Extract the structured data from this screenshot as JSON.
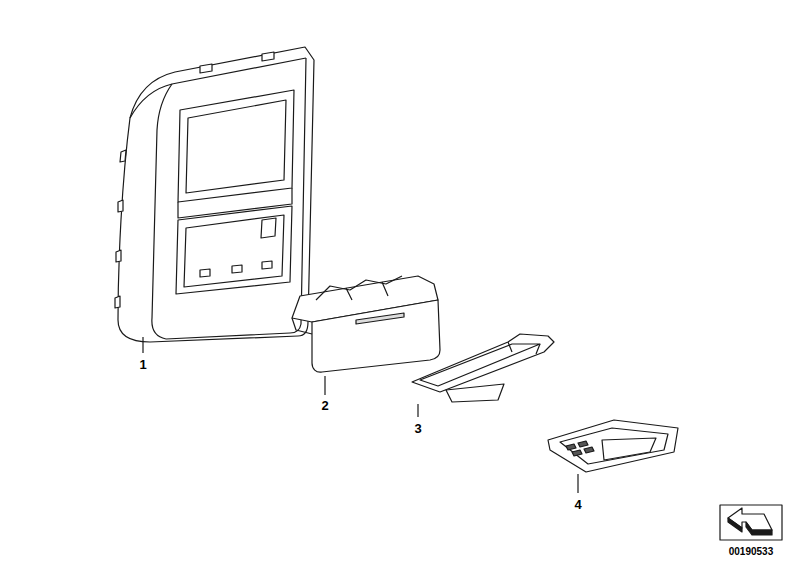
{
  "diagram": {
    "labels": [
      "1",
      "2",
      "3",
      "4",
      "00190533"
    ]
  }
}
